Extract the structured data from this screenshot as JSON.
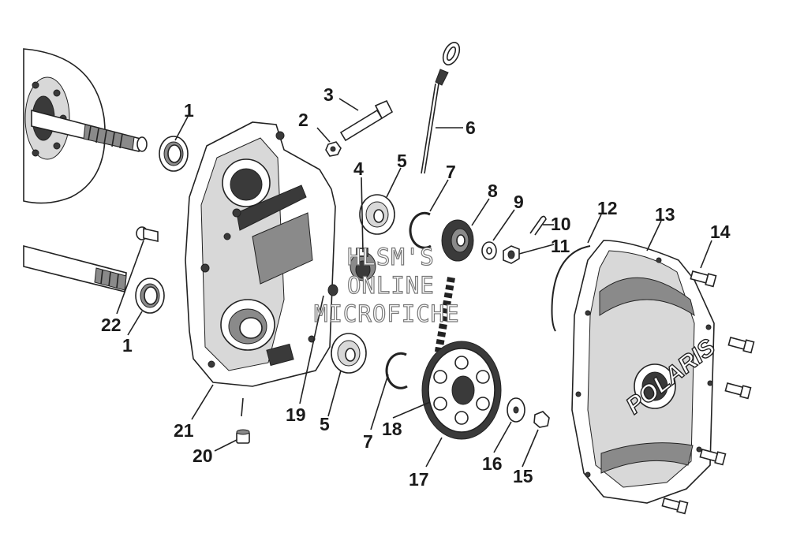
{
  "diagram": {
    "callouts": [
      "1",
      "2",
      "3",
      "4",
      "5",
      "6",
      "7",
      "8",
      "9",
      "10",
      "11",
      "12",
      "13",
      "14",
      "22",
      "1",
      "19",
      "5",
      "7",
      "18",
      "21",
      "20",
      "17",
      "16",
      "15"
    ],
    "watermark": [
      "HLSM'S",
      "ONLINE",
      "MICROFICHE"
    ],
    "cover_logo": "POLARIS"
  }
}
